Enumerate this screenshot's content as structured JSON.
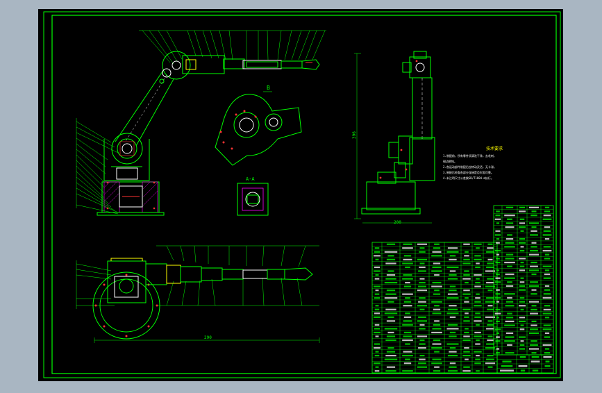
{
  "colors": {
    "app_background": "#a9b6c2",
    "sheet": "#000000",
    "outline": "#00ff00",
    "accent": "#ffff00",
    "edge": "#ffffff",
    "bolt": "#ff3333",
    "hatch": "#ff00ff"
  },
  "dimensions": {
    "height_label": "396",
    "width_label": "200",
    "base_label": "290"
  },
  "section_label": "A-A",
  "view_labels": {
    "top_view": "B"
  },
  "notes": {
    "title": "技术要求",
    "lines": [
      "1.装配前，所有零件须清洗干净，去毛刺，",
      "  锐边倒钝。",
      "2.各运动部件装配后应转动灵活，无卡滞。",
      "3.装配后检查各部分连接是否牢固可靠。",
      "4.未注明尺寸公差按GB/T1804-m执行。"
    ]
  }
}
